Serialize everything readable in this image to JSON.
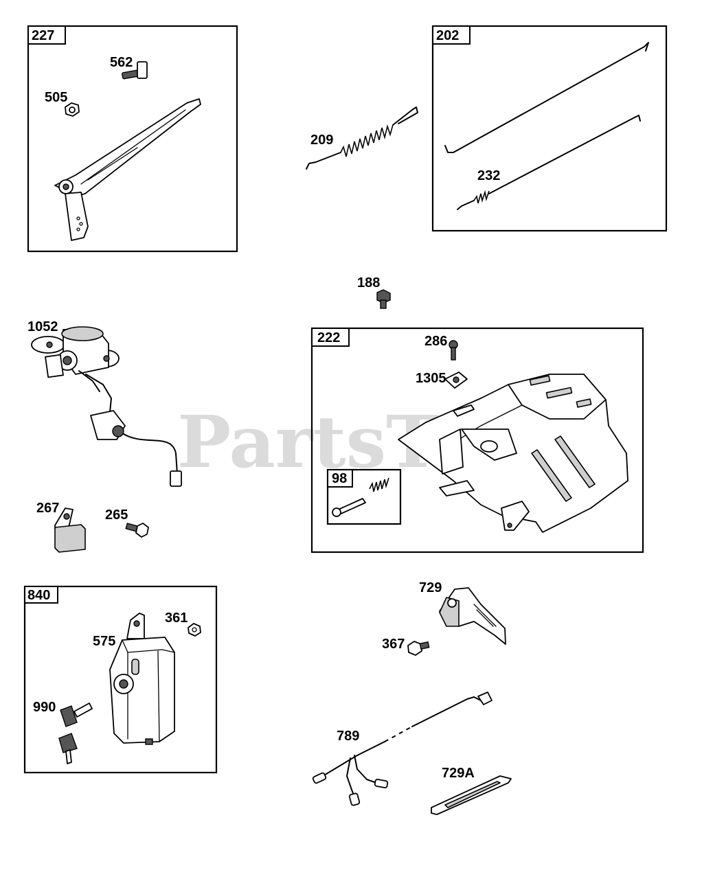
{
  "watermark": "PartsTree",
  "groups": [
    {
      "id": "227"
    },
    {
      "id": "202"
    },
    {
      "id": "222"
    },
    {
      "id": "98"
    },
    {
      "id": "840"
    }
  ],
  "callouts": [
    "562",
    "505",
    "209",
    "232",
    "188",
    "1052",
    "267",
    "265",
    "286",
    "1305",
    "361",
    "575",
    "990",
    "729",
    "367",
    "789",
    "729A"
  ]
}
